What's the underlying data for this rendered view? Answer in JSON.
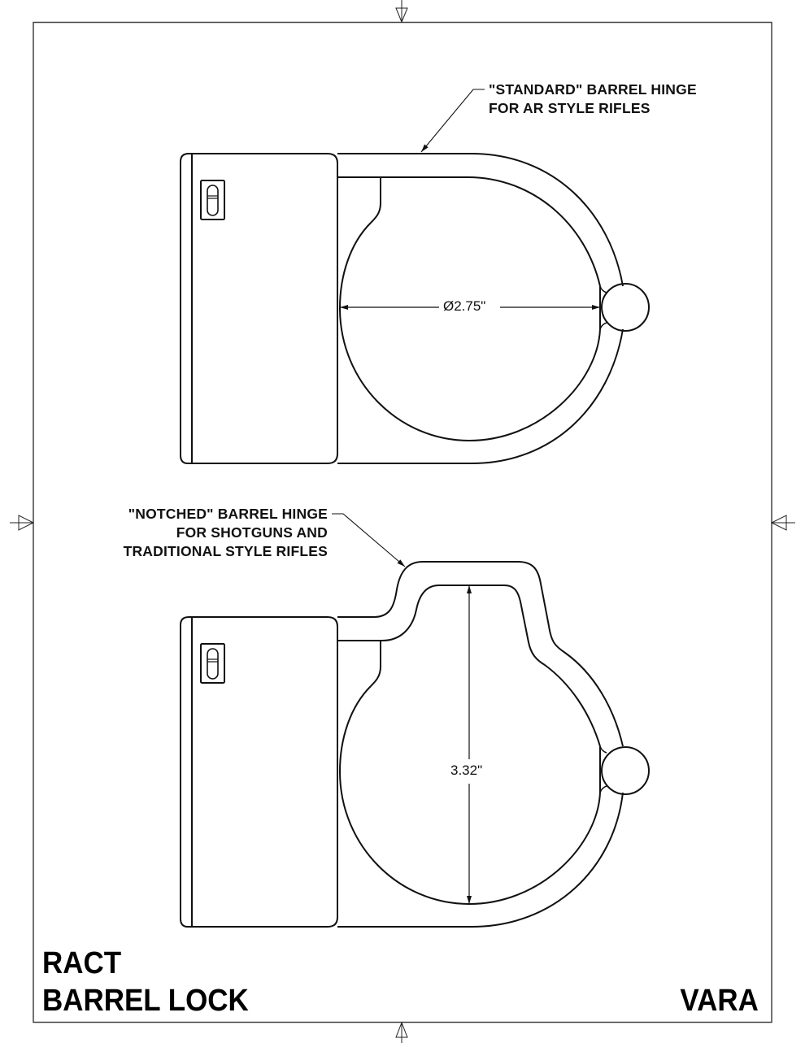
{
  "sheet": {
    "border_color": "#333333",
    "line_color": "#111111",
    "background": "#ffffff"
  },
  "views": [
    {
      "name": "standard-hinge-view",
      "callout_lines": [
        "\"STANDARD\" BARREL HINGE",
        "FOR AR STYLE RIFLES"
      ],
      "dimension_label": "Ø2.75\"",
      "dimension_type": "diameter"
    },
    {
      "name": "notched-hinge-view",
      "callout_lines": [
        "\"NOTCHED\" BARREL HINGE",
        "FOR SHOTGUNS AND",
        "TRADITIONAL STYLE RIFLES"
      ],
      "dimension_label": "3.32\"",
      "dimension_type": "height"
    }
  ],
  "title_block": {
    "line1": "RACT",
    "line2": "BARREL LOCK",
    "brand": "VARA"
  },
  "icons": {
    "centering_marks": [
      "top-center-arrow-icon",
      "bottom-center-arrow-icon",
      "left-center-arrow-icon",
      "right-center-arrow-icon"
    ],
    "slide_switch": "slide-switch-icon"
  }
}
